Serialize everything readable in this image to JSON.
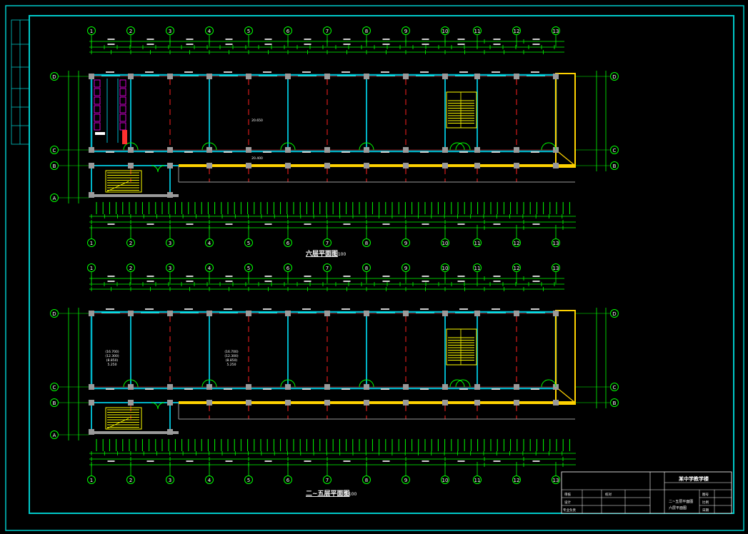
{
  "colors": {
    "background": "#000000",
    "frame": "#00c8c8",
    "axis_bubble": "#00ff00",
    "dimension": "#00ff00",
    "wall": "#00b4c8",
    "column": "#9a9a9a",
    "center_line": "#ff2020",
    "corridor": "#ffd200",
    "stair": "#ffff00",
    "door": "#00ff00",
    "toilet": "#ff00ff",
    "text": "#ffffff"
  },
  "axes": {
    "numbers": [
      "1",
      "2",
      "3",
      "4",
      "5",
      "6",
      "7",
      "8",
      "9",
      "10",
      "11",
      "12",
      "13"
    ],
    "letters": [
      "D",
      "C",
      "B",
      "A"
    ]
  },
  "plans": [
    {
      "title": "六层平面图",
      "scale": "1:100",
      "notes": [
        "20.650",
        "20.400"
      ]
    },
    {
      "title": "二~五层平面图",
      "scale": "1:100",
      "notes": [
        "(16.700)",
        "(12.300)",
        "(8.850)",
        "5.250",
        "(16.700)",
        "(12.300)",
        "(8.850)",
        "5.250"
      ]
    }
  ],
  "title_block": {
    "school": "某中学教学楼",
    "drawing_name_1": "二~五层平面图",
    "drawing_name_2": "六层平面图",
    "labels": [
      "审核",
      "设计",
      "校对",
      "专业负责",
      "图号",
      "比例",
      "日期"
    ]
  }
}
